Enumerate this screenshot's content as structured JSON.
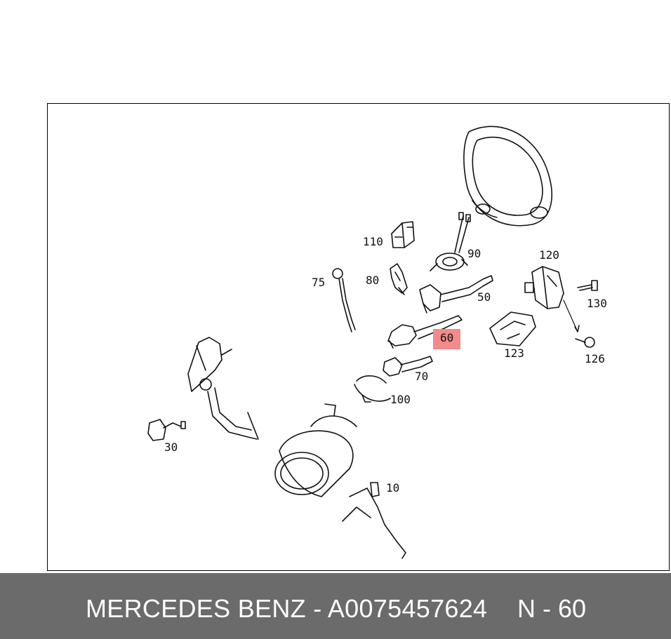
{
  "colors": {
    "frame_border": "#000000",
    "highlight": "#f28b8b",
    "footer_bg": "#6b6b6b",
    "footer_text": "#ffffff"
  },
  "parts": [
    {
      "id": "p110",
      "label": "110"
    },
    {
      "id": "p90",
      "label": "90"
    },
    {
      "id": "p120",
      "label": "120"
    },
    {
      "id": "p75",
      "label": "75"
    },
    {
      "id": "p80",
      "label": "80"
    },
    {
      "id": "p50",
      "label": "50"
    },
    {
      "id": "p130",
      "label": "130"
    },
    {
      "id": "p60",
      "label": "60",
      "highlighted": true
    },
    {
      "id": "p123",
      "label": "123"
    },
    {
      "id": "p126",
      "label": "126"
    },
    {
      "id": "p70",
      "label": "70"
    },
    {
      "id": "p100",
      "label": "100"
    },
    {
      "id": "p30",
      "label": "30"
    },
    {
      "id": "p10",
      "label": "10"
    }
  ],
  "footer": {
    "title": "MERCEDES BENZ - A0075457624",
    "code": "N - 60"
  }
}
